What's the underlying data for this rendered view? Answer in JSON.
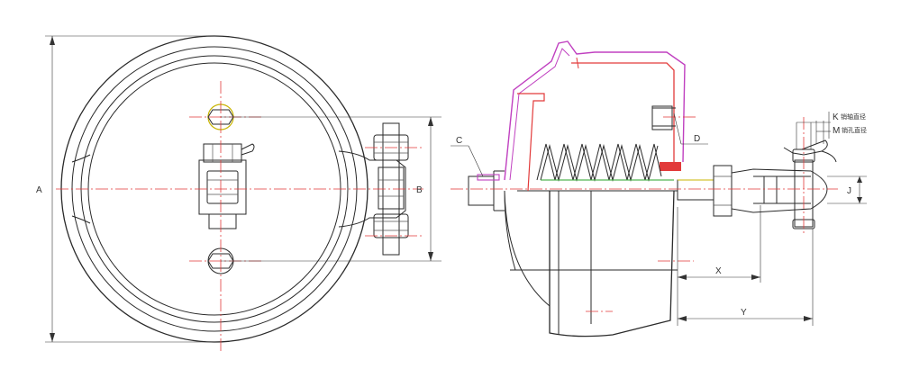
{
  "labels": {
    "A": "A",
    "B": "B",
    "C": "C",
    "D": "D",
    "J": "J",
    "X": "X",
    "Y": "Y",
    "K": "K",
    "M": "M",
    "K_desc": "销轴直径",
    "M_desc": "销孔直径"
  },
  "colors": {
    "centerline": "#e23a3a",
    "outline": "#2a2a2a",
    "section_magenta": "#c040c0",
    "section_red": "#e23a3a",
    "spring_green": "#2aa02a",
    "yellow_part": "#c8b400"
  }
}
